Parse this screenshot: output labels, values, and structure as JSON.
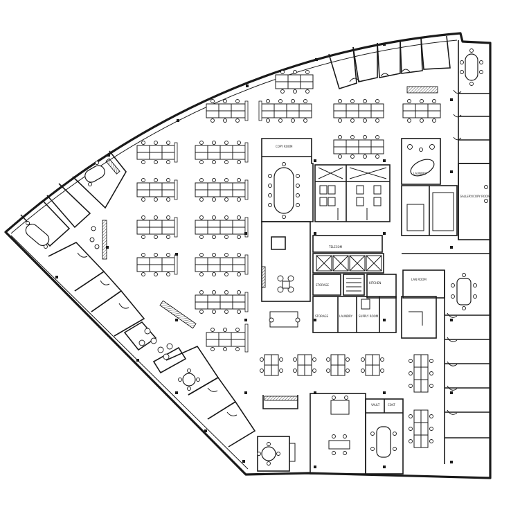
{
  "plan": {
    "room_labels": [
      {
        "key": "copy_room_1",
        "text": "COPY ROOM"
      },
      {
        "key": "laundry",
        "text": "LAUNDRY"
      },
      {
        "key": "gallery_copy",
        "text": "GALLERY/COPY ROOM"
      },
      {
        "key": "storage_1",
        "text": "STORAGE"
      },
      {
        "key": "telecom",
        "text": "TELECOM"
      },
      {
        "key": "kitchen",
        "text": "KITCHEN"
      },
      {
        "key": "storage_2",
        "text": "STORAGE"
      },
      {
        "key": "laundry_2",
        "text": "LAUNDRY"
      },
      {
        "key": "supply_room",
        "text": "SUPPLY ROOM"
      },
      {
        "key": "lan_room",
        "text": "LAN ROOM"
      },
      {
        "key": "vault",
        "text": "VAULT"
      },
      {
        "key": "coat",
        "text": "COAT"
      }
    ],
    "colors": {
      "line": "#1a1a1a",
      "background": "#ffffff"
    }
  }
}
